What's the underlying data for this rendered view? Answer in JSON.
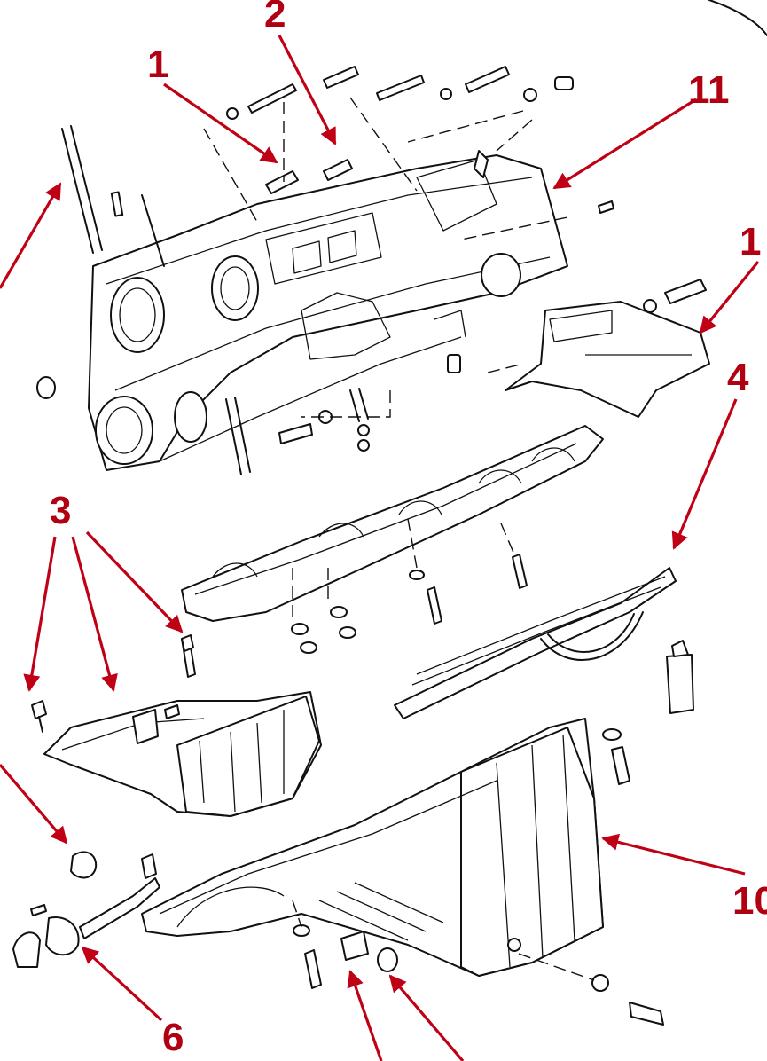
{
  "diagram": {
    "callouts": [
      {
        "id": "c1a",
        "label": "1"
      },
      {
        "id": "c2",
        "label": "2"
      },
      {
        "id": "c11",
        "label": "11"
      },
      {
        "id": "c1b",
        "label": "1"
      },
      {
        "id": "c4",
        "label": "4"
      },
      {
        "id": "c3",
        "label": "3"
      },
      {
        "id": "c10",
        "label": "10"
      },
      {
        "id": "c6",
        "label": "6"
      }
    ],
    "colors": {
      "callout": "#b00012",
      "line": "#111111",
      "background": "#ffffff"
    }
  }
}
